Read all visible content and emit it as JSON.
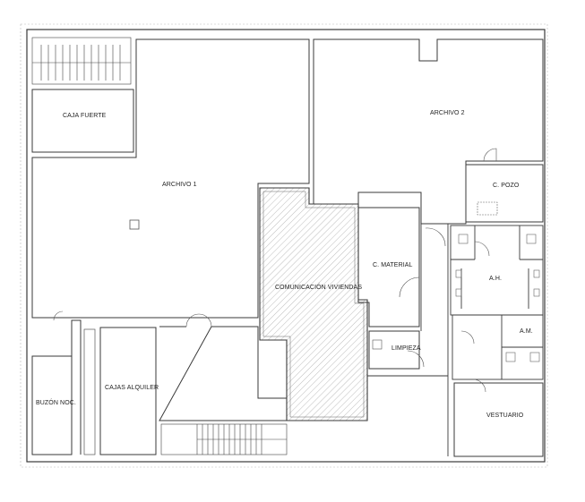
{
  "plan": {
    "rooms": {
      "caja_fuerte": "CAJA FUERTE",
      "archivo_1": "ARCHIVO 1",
      "archivo_2": "ARCHIVO 2",
      "c_pozo": "C. POZO",
      "c_material": "C. MATERIAL",
      "comunicacion_viviendas": "COMUNICACIÓN VIVIENDAS",
      "ah": "A.H.",
      "am": "A.M.",
      "limpieza": "LIMPIEZA",
      "buzon_noc": "BUZÓN NOC.",
      "cajas_alquiler": "CAJAS ALQUILER",
      "vestuario": "VESTUARIO"
    },
    "colors": {
      "line": "#3a3a3a",
      "hatch": "#9a9a9a",
      "paper": "#ffffff"
    }
  }
}
